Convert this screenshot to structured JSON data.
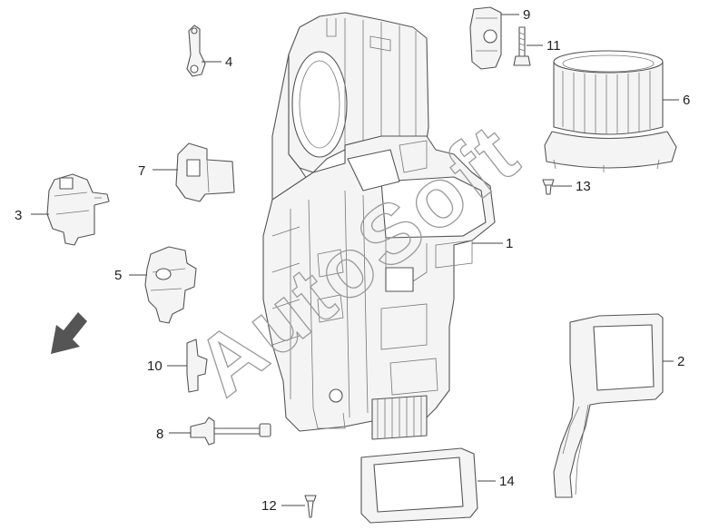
{
  "watermark": {
    "text": "AutoSoft"
  },
  "callouts": [
    {
      "id": "1",
      "label": "1"
    },
    {
      "id": "2",
      "label": "2"
    },
    {
      "id": "3",
      "label": "3"
    },
    {
      "id": "4",
      "label": "4"
    },
    {
      "id": "5",
      "label": "5"
    },
    {
      "id": "6",
      "label": "6"
    },
    {
      "id": "7",
      "label": "7"
    },
    {
      "id": "8",
      "label": "8"
    },
    {
      "id": "9",
      "label": "9"
    },
    {
      "id": "10",
      "label": "10"
    },
    {
      "id": "11",
      "label": "11"
    },
    {
      "id": "12",
      "label": "12"
    },
    {
      "id": "13",
      "label": "13"
    },
    {
      "id": "14",
      "label": "14"
    }
  ],
  "icons": {
    "direction_arrow": "front-direction-arrow-icon"
  },
  "colors": {
    "line": "#555555",
    "watermark": "#9a9a9a",
    "background": "#ffffff"
  }
}
